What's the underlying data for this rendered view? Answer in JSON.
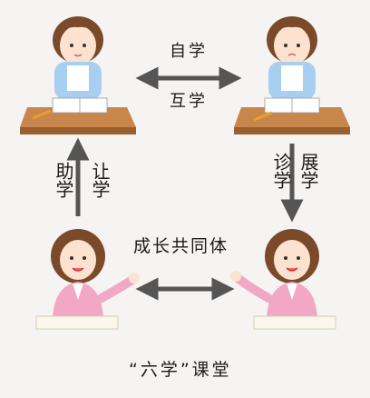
{
  "labels": {
    "top_exchange_line1": "自学",
    "top_exchange_line2": "互学",
    "right_line1": "诊学",
    "right_line2": "展学",
    "left_line1": "助学",
    "left_line2": "让学",
    "middle": "成长共同体",
    "footer": "“六学”课堂"
  },
  "colors": {
    "background": "#f5f4f2",
    "arrow": "#555555",
    "desk": "#b8763f",
    "student_shirt": "#a9cff0",
    "teacher_jacket": "#f2a7c4",
    "hair": "#7a4a2a",
    "podium": "#fbf6ec"
  }
}
